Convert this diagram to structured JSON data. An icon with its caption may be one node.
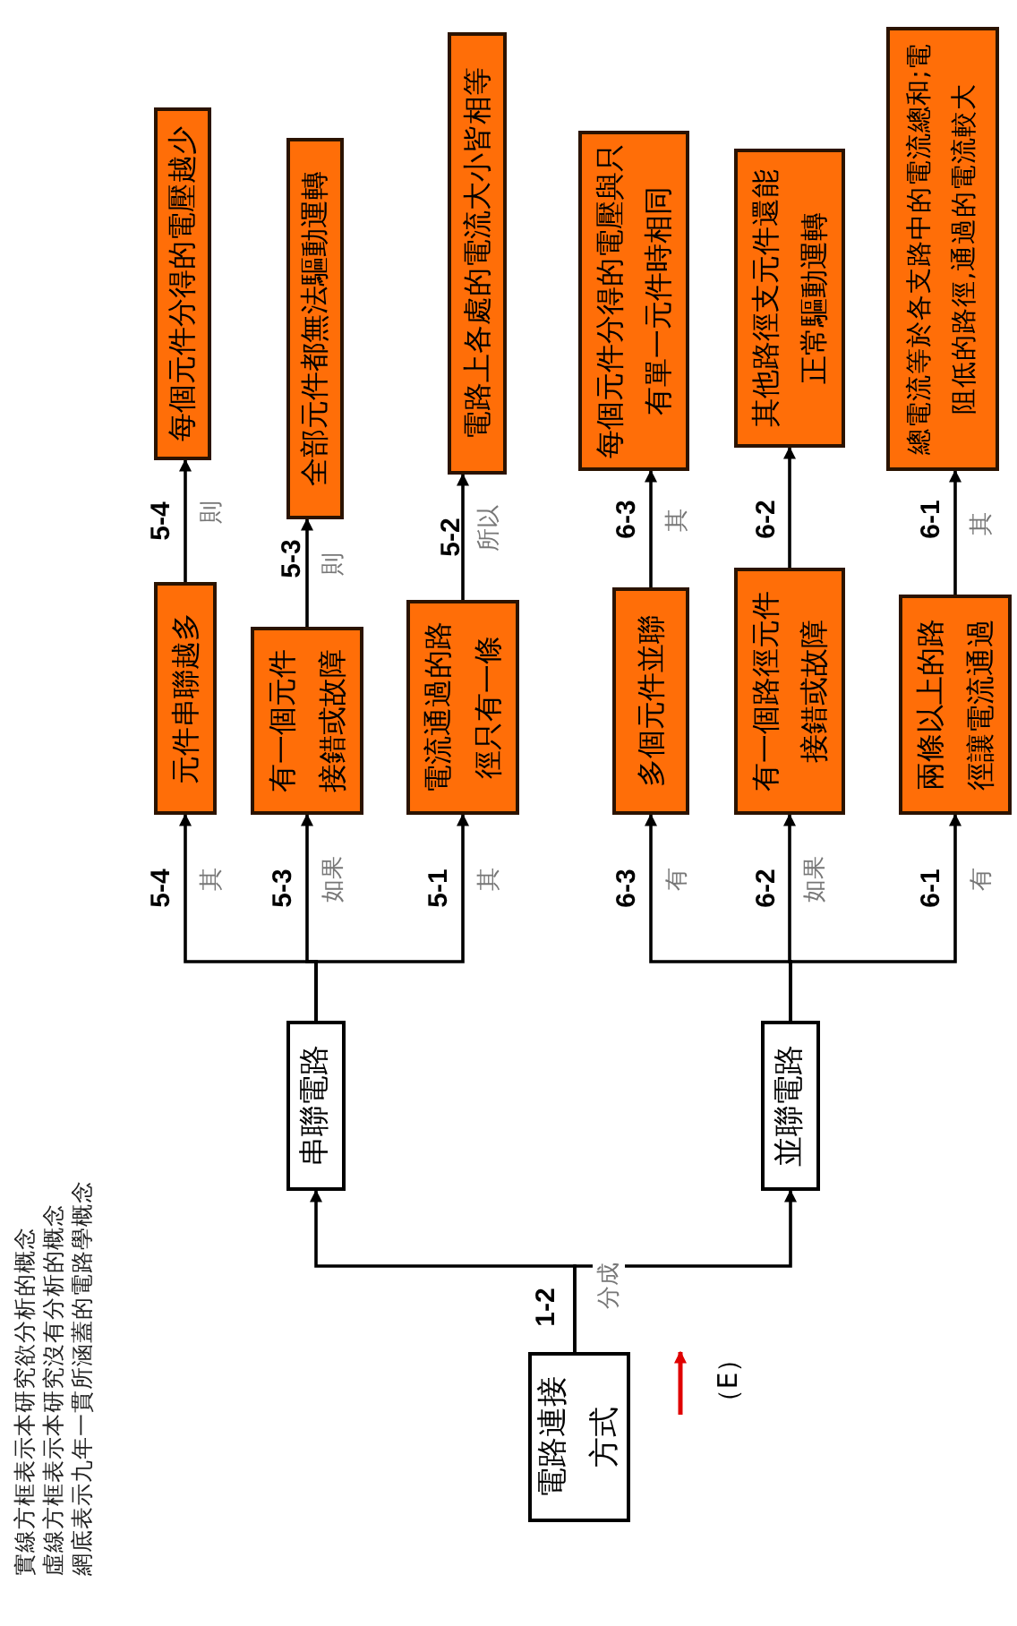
{
  "diagram": {
    "nodes": [
      {
        "text": [
          "電路連接方式"
        ]
      },
      {
        "text": [
          "串聯電路"
        ]
      },
      {
        "text": [
          "並聯電路"
        ]
      },
      {
        "text": [
          "元件串聯越多"
        ]
      },
      {
        "text": [
          "有一個元件接錯或故障"
        ]
      },
      {
        "text": [
          "電流通過的路徑只有一條"
        ]
      },
      {
        "text": [
          "每個元件分得的電壓越少"
        ]
      },
      {
        "text": [
          "全部元件都無法驅動運轉"
        ]
      },
      {
        "text": [
          "電路上各處的電流大小皆相等"
        ]
      },
      {
        "text": [
          "多個元件並聯"
        ]
      },
      {
        "text": [
          "有一個路徑元件接錯或故障"
        ]
      },
      {
        "text": [
          "兩條以上的路徑讓電流通過"
        ]
      },
      {
        "text": [
          "每個元件分得的電壓與只有單一元件時相同"
        ]
      },
      {
        "text": [
          "其他路徑支元件還能正常驅動運轉"
        ]
      },
      {
        "text": [
          "總電流等於各支路中的電流總和;電阻低的路徑,通過的電流較大"
        ]
      }
    ],
    "edges": [
      {
        "from": 0,
        "to": 1,
        "arrow": "to",
        "label": "分成"
      },
      {
        "from": 0,
        "to": 2,
        "arrow": "to"
      },
      {
        "from": 1,
        "to": 3,
        "arrow": "to",
        "label": "其"
      },
      {
        "from": 1,
        "to": 4,
        "arrow": "to",
        "label": "如果"
      },
      {
        "from": 1,
        "to": 5,
        "arrow": "to",
        "label": "其"
      },
      {
        "from": 2,
        "to": 9,
        "arrow": "to",
        "label": "有"
      },
      {
        "from": 2,
        "to": 10,
        "arrow": "to",
        "label": "如果"
      },
      {
        "from": 2,
        "to": 11,
        "arrow": "to",
        "label": "有"
      },
      {
        "from": 3,
        "to": 6,
        "arrow": "to",
        "label": "則"
      },
      {
        "from": 4,
        "to": 7,
        "arrow": "to",
        "label": "則"
      },
      {
        "from": 5,
        "to": 8,
        "arrow": "to",
        "label": "所以"
      },
      {
        "from": 9,
        "to": 12,
        "arrow": "to",
        "label": "其"
      },
      {
        "from": 10,
        "to": 13,
        "arrow": "to"
      },
      {
        "from": 11,
        "to": 14,
        "arrow": "to",
        "label": "其"
      }
    ],
    "labels": [
      "實線方框表示本研究欲分析的概念",
      "虛線方框表示本研究沒有分析的概念",
      "網底表示九年一貫所涵蓋的電路學概念",
      "1-2",
      "（E）",
      "5-4",
      "5-3",
      "5-1",
      "5-4",
      "5-3",
      "5-2",
      "6-3",
      "6-2",
      "6-1",
      "6-3",
      "6-2",
      "6-1"
    ]
  }
}
